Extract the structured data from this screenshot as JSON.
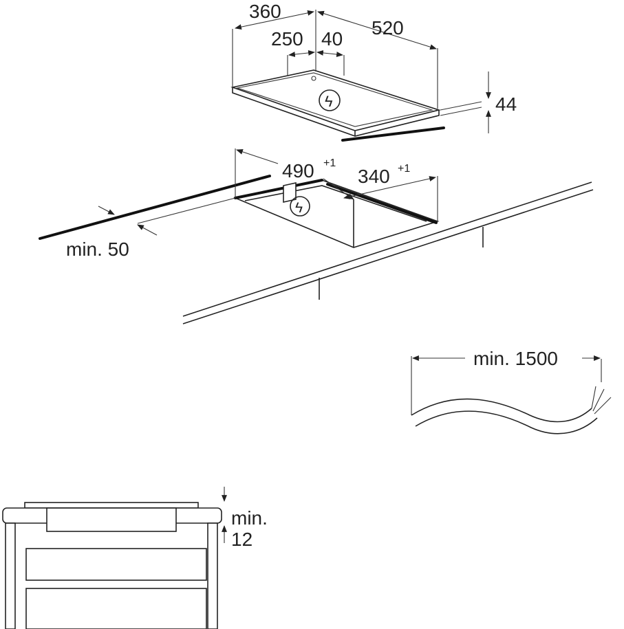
{
  "hob": {
    "width_label": "520",
    "depth_label": "360",
    "offset_label": "250",
    "connector_label": "40",
    "height_label": "44",
    "power_symbol": "ϟ"
  },
  "cutout": {
    "width_label": "490",
    "width_tolerance": "+1",
    "depth_label": "340",
    "depth_tolerance": "+1",
    "front_clearance_label": "min. 50",
    "power_symbol": "ϟ"
  },
  "cable": {
    "length_label": "min. 1500"
  },
  "side_view": {
    "clearance_label_line1": "min.",
    "clearance_label_line2": "12"
  }
}
